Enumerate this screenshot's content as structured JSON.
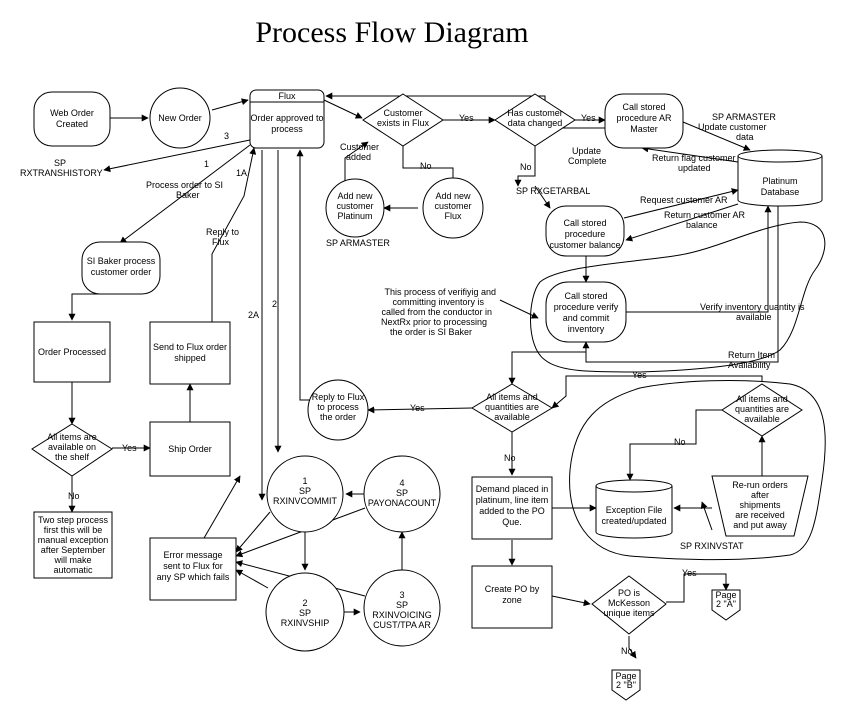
{
  "title": "Process Flow Diagram",
  "nodes": {
    "web_order": [
      "Web Order",
      "Created"
    ],
    "new_order": [
      "New Order"
    ],
    "flux_header": [
      "Flux"
    ],
    "flux": [
      "Order approved to",
      "process"
    ],
    "cust_exists": [
      "Customer",
      "exists in Flux"
    ],
    "cust_changed": [
      "Has customer",
      "data changed"
    ],
    "call_ar_master": [
      "Call stored",
      "procedure AR",
      "Master"
    ],
    "platinum_db": [
      "Platinum",
      "Database"
    ],
    "add_platinum": [
      "Add  new",
      "customer",
      "Platinum"
    ],
    "add_flux": [
      "Add  new",
      "customer",
      "Flux"
    ],
    "call_balance": [
      "Call stored",
      "procedure",
      "customer balance"
    ],
    "call_verify": [
      "Call stored",
      "procedure verify",
      "and commit",
      "inventory"
    ],
    "si_baker": [
      "SI Baker process",
      "customer order"
    ],
    "order_processed": [
      "Order Processed"
    ],
    "send_flux": [
      "Send to Flux order",
      "shipped"
    ],
    "shelf": [
      "All items are",
      "available on",
      "the shelf"
    ],
    "ship_order": [
      "Ship Order"
    ],
    "two_step": [
      "Two step process",
      "first this will be",
      "manual exception",
      "after September",
      "will make",
      "automatic"
    ],
    "reply_flux": [
      "Reply to Flux",
      "to process",
      "the order"
    ],
    "all_avail": [
      "All items and",
      "quantities are",
      "available"
    ],
    "all_avail2": [
      "All items and",
      "quantities are",
      "available"
    ],
    "rxinvcommit": [
      "1",
      "SP",
      "RXINVCOMMIT"
    ],
    "payonacount": [
      "4",
      "SP",
      "PAYONACOUNT"
    ],
    "rxinvship": [
      "2",
      "SP",
      "RXINVSHIP"
    ],
    "rxinvoicing": [
      "3",
      "SP",
      "RXINVOICING",
      "CUST/TPA AR"
    ],
    "error_msg": [
      "Error message",
      "sent to Flux for",
      "any SP which fails"
    ],
    "demand": [
      "Demand placed in",
      "platinum, line item",
      "added to the PO",
      "Que."
    ],
    "exception_file": [
      "Exception File",
      "created/updated"
    ],
    "rerun": [
      "Re-run orders",
      "after",
      "shipments",
      "are received",
      "and put away"
    ],
    "create_po": [
      "Create PO by",
      "zone"
    ],
    "mckesson": [
      "PO is",
      "McKesson",
      "unique items"
    ],
    "page_a": [
      "Page",
      "2 \"A\""
    ],
    "page_b": [
      "Page",
      "2 \"B\""
    ]
  },
  "labels": {
    "sp_rxtranshistory": [
      "SP",
      "RXTRANSHISTORY"
    ],
    "num_3": [
      "3"
    ],
    "num_1": [
      "1"
    ],
    "process_si": [
      "Process order to SI",
      "Baker"
    ],
    "num_1a": [
      "1A"
    ],
    "reply_to_flux": [
      "Reply to",
      "Flux"
    ],
    "num_2": [
      "2"
    ],
    "num_2a": [
      "2A"
    ],
    "yes1": [
      "Yes"
    ],
    "yes2": [
      "Yes"
    ],
    "no1": [
      "No"
    ],
    "no2": [
      "No"
    ],
    "customer_added": [
      "Customer",
      "added"
    ],
    "sp_armaster_left": [
      "SP ARMASTER"
    ],
    "sp_armaster_right": [
      "SP ARMASTER",
      "Update customer",
      "data"
    ],
    "update_complete": [
      "Update",
      "Complete"
    ],
    "return_flag": [
      "Return flag customer",
      "updated"
    ],
    "sp_rxgetarbal": [
      "SP RXGETARBAL"
    ],
    "request_ar": [
      "Request customer AR"
    ],
    "return_ar": [
      "Return customer AR",
      "balance"
    ],
    "this_process": [
      "This process of verifiyig and",
      "committing inventory is",
      "called from the conductor in",
      "NextRx prior to processing",
      "the order is SI Baker"
    ],
    "verify_qty": [
      "Verify inventory quantity is",
      "available"
    ],
    "return_item": [
      "Return Item",
      "Availability"
    ],
    "yes_top": [
      "Yes"
    ],
    "yes_reply": [
      "Yes"
    ],
    "no_avail": [
      "No"
    ],
    "no_rerun": [
      "No"
    ],
    "yes_shelf": [
      "Yes"
    ],
    "no_shelf": [
      "No"
    ],
    "sp_rxinvstat": [
      "SP RXINVSTAT"
    ],
    "yes_po": [
      "Yes"
    ],
    "no_po": [
      "No"
    ]
  }
}
